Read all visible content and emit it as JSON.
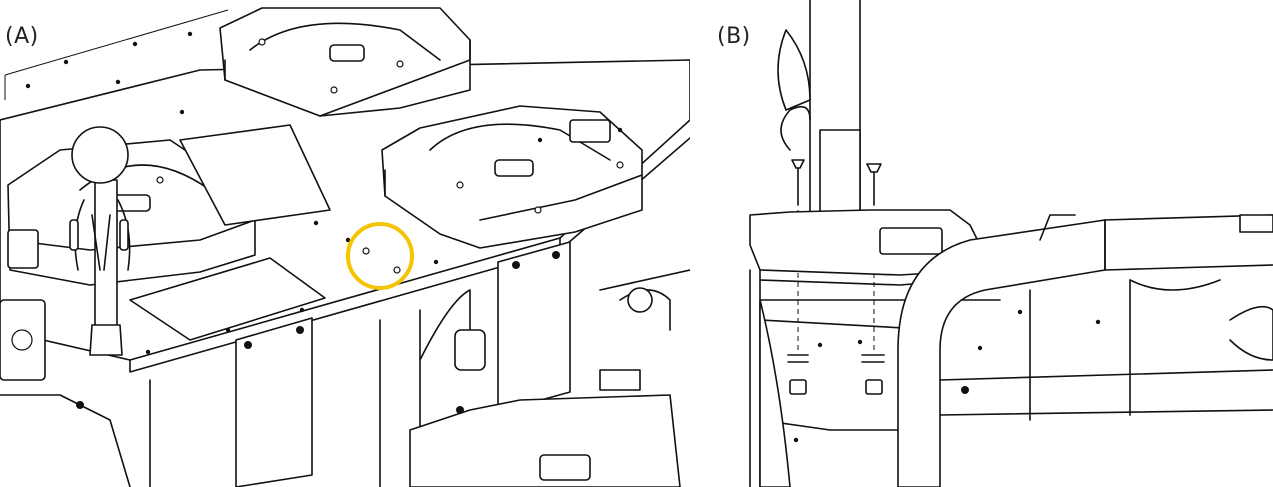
{
  "panels": [
    {
      "label": "(A)"
    },
    {
      "label": "(B)"
    }
  ],
  "highlight": {
    "color": "#F5C400",
    "shape": "circle"
  }
}
